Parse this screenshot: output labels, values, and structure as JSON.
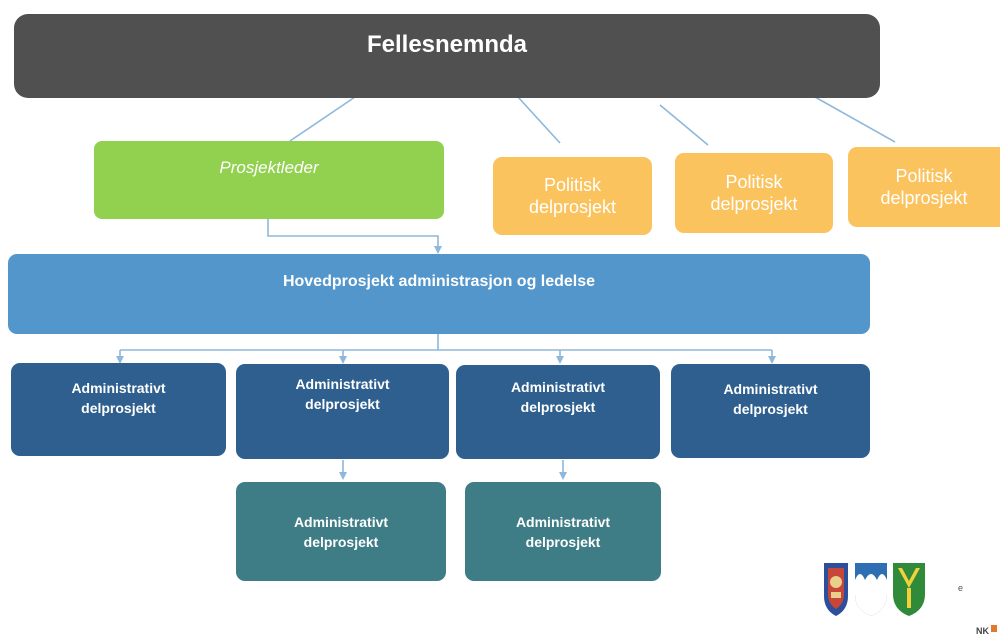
{
  "top": {
    "label": "Fellesnemnda"
  },
  "leader": {
    "label": "Prosjektleder"
  },
  "political": [
    {
      "label": "Politisk\ndelprosjekt"
    },
    {
      "label": "Politisk\ndelprosjekt"
    },
    {
      "label": "Politisk\ndelprosjekt"
    }
  ],
  "main": {
    "label": "Hovedprosjekt administrasjon og  ledelse"
  },
  "admin": [
    {
      "label": "Administrativt\ndelprosjekt"
    },
    {
      "label": "Administrativt\ndelprosjekt"
    },
    {
      "label": "Administrativt\ndelprosjekt"
    },
    {
      "label": "Administrativt\ndelprosjekt"
    }
  ],
  "sub": [
    {
      "label": "Administrativt\ndelprosjekt"
    },
    {
      "label": "Administrativt\ndelprosjekt"
    }
  ],
  "footer": {
    "small_mark": "e",
    "corner_mark": "NK"
  },
  "colors": {
    "top": "#505050",
    "leader": "#92d050",
    "political": "#fac35e",
    "main": "#5396cb",
    "admin": "#2e5f8e",
    "sub": "#3e7d86",
    "connector": "#8db8dc"
  }
}
